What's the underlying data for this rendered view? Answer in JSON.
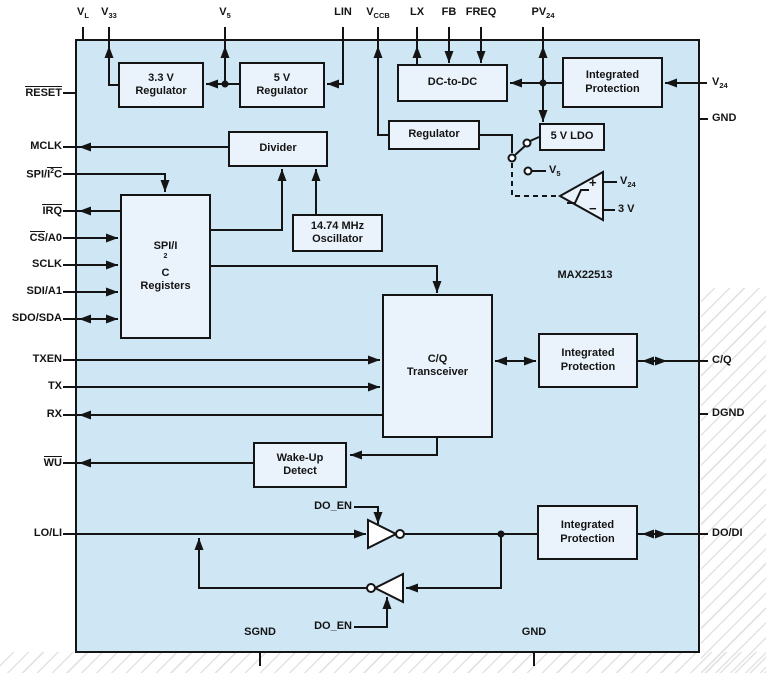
{
  "chip": {
    "part_number": "MAX22513"
  },
  "colors": {
    "chip_fill": "#cfe6f5",
    "block_fill": "#eaf3fb",
    "line": "#141414",
    "hatch": "#e3e3e3",
    "background": "#ffffff"
  },
  "pins": {
    "top": [
      {
        "base": "V",
        "sub": "L"
      },
      {
        "base": "V",
        "sub": "33"
      },
      {
        "base": "V",
        "sub": "5"
      },
      {
        "label": "LIN"
      },
      {
        "base": "V",
        "sub": "CCB"
      },
      {
        "label": "LX"
      },
      {
        "label": "FB"
      },
      {
        "label": "FREQ"
      },
      {
        "base": "PV",
        "sub": "24"
      }
    ],
    "left": [
      {
        "label": "RESET"
      },
      {
        "label": "MCLK"
      },
      {
        "pre": "SPI/",
        "ov_base": "I",
        "ov_sup": "2",
        "ov_post": "C"
      },
      {
        "label": "IRQ"
      },
      {
        "ov": "CS",
        "post": "/A0"
      },
      {
        "label": "SCLK"
      },
      {
        "label": "SDI/A1"
      },
      {
        "label": "SDO/SDA"
      },
      {
        "label": "TXEN"
      },
      {
        "label": "TX"
      },
      {
        "label": "RX"
      },
      {
        "label": "WU"
      },
      {
        "label": "LO/LI"
      }
    ],
    "right": [
      {
        "base": "V",
        "sub": "24"
      },
      {
        "label": "GND"
      },
      {
        "label": "C/Q"
      },
      {
        "label": "DGND"
      },
      {
        "label": "DO/DI"
      }
    ],
    "bottom": [
      {
        "label": "SGND"
      },
      {
        "label": "GND"
      }
    ]
  },
  "blocks": {
    "reg33": {
      "lines": [
        "3.3 V",
        "Regulator"
      ]
    },
    "reg5": {
      "lines": [
        "5 V",
        "Regulator"
      ]
    },
    "dcdc": {
      "lines": [
        "DC-to-DC"
      ]
    },
    "ip_top": {
      "lines": [
        "Integrated",
        "Protection"
      ]
    },
    "regulator": {
      "lines": [
        "Regulator"
      ]
    },
    "ldo": {
      "lines": [
        "5 V LDO"
      ]
    },
    "divider": {
      "lines": [
        "Divider"
      ]
    },
    "osc": {
      "lines": [
        "14.74 MHz",
        "Oscillator"
      ]
    },
    "spi_regs": {
      "line1_pre": "SPI/I",
      "line1_sup": "2",
      "line1_post": "C",
      "line2": "Registers"
    },
    "cq": {
      "lines": [
        "C/Q",
        "Transceiver"
      ]
    },
    "ip_mid": {
      "lines": [
        "Integrated",
        "Protection"
      ]
    },
    "wakeup": {
      "lines": [
        "Wake-Up",
        "Detect"
      ]
    },
    "ip_bot": {
      "lines": [
        "Integrated",
        "Protection"
      ]
    }
  },
  "signals": {
    "do_en": "DO_EN",
    "v5_tap": {
      "base": "V",
      "sub": "5"
    },
    "comparator": {
      "plus": "+",
      "minus": "−",
      "vplus": {
        "base": "V",
        "sub": "24"
      },
      "vminus": "3 V"
    }
  }
}
